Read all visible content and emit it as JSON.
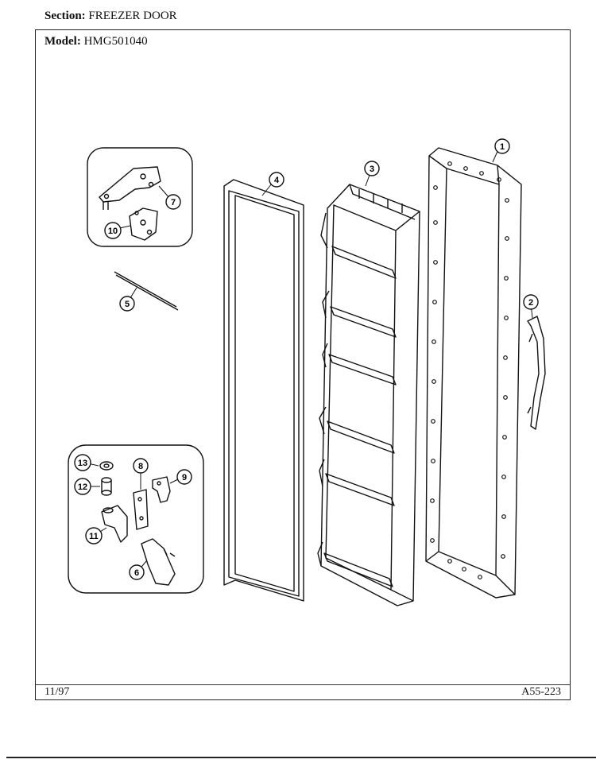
{
  "header": {
    "section_label": "Section:",
    "section_value": "FREEZER DOOR",
    "model_label": "Model:",
    "model_value": "HMG501040"
  },
  "footer": {
    "date": "11/97",
    "code": "A55-223"
  },
  "callouts": [
    "1",
    "2",
    "3",
    "4",
    "5",
    "6",
    "7",
    "8",
    "9",
    "10",
    "11",
    "12",
    "13"
  ],
  "colors": {
    "ink": "#111111",
    "panel": "#ffffff"
  }
}
